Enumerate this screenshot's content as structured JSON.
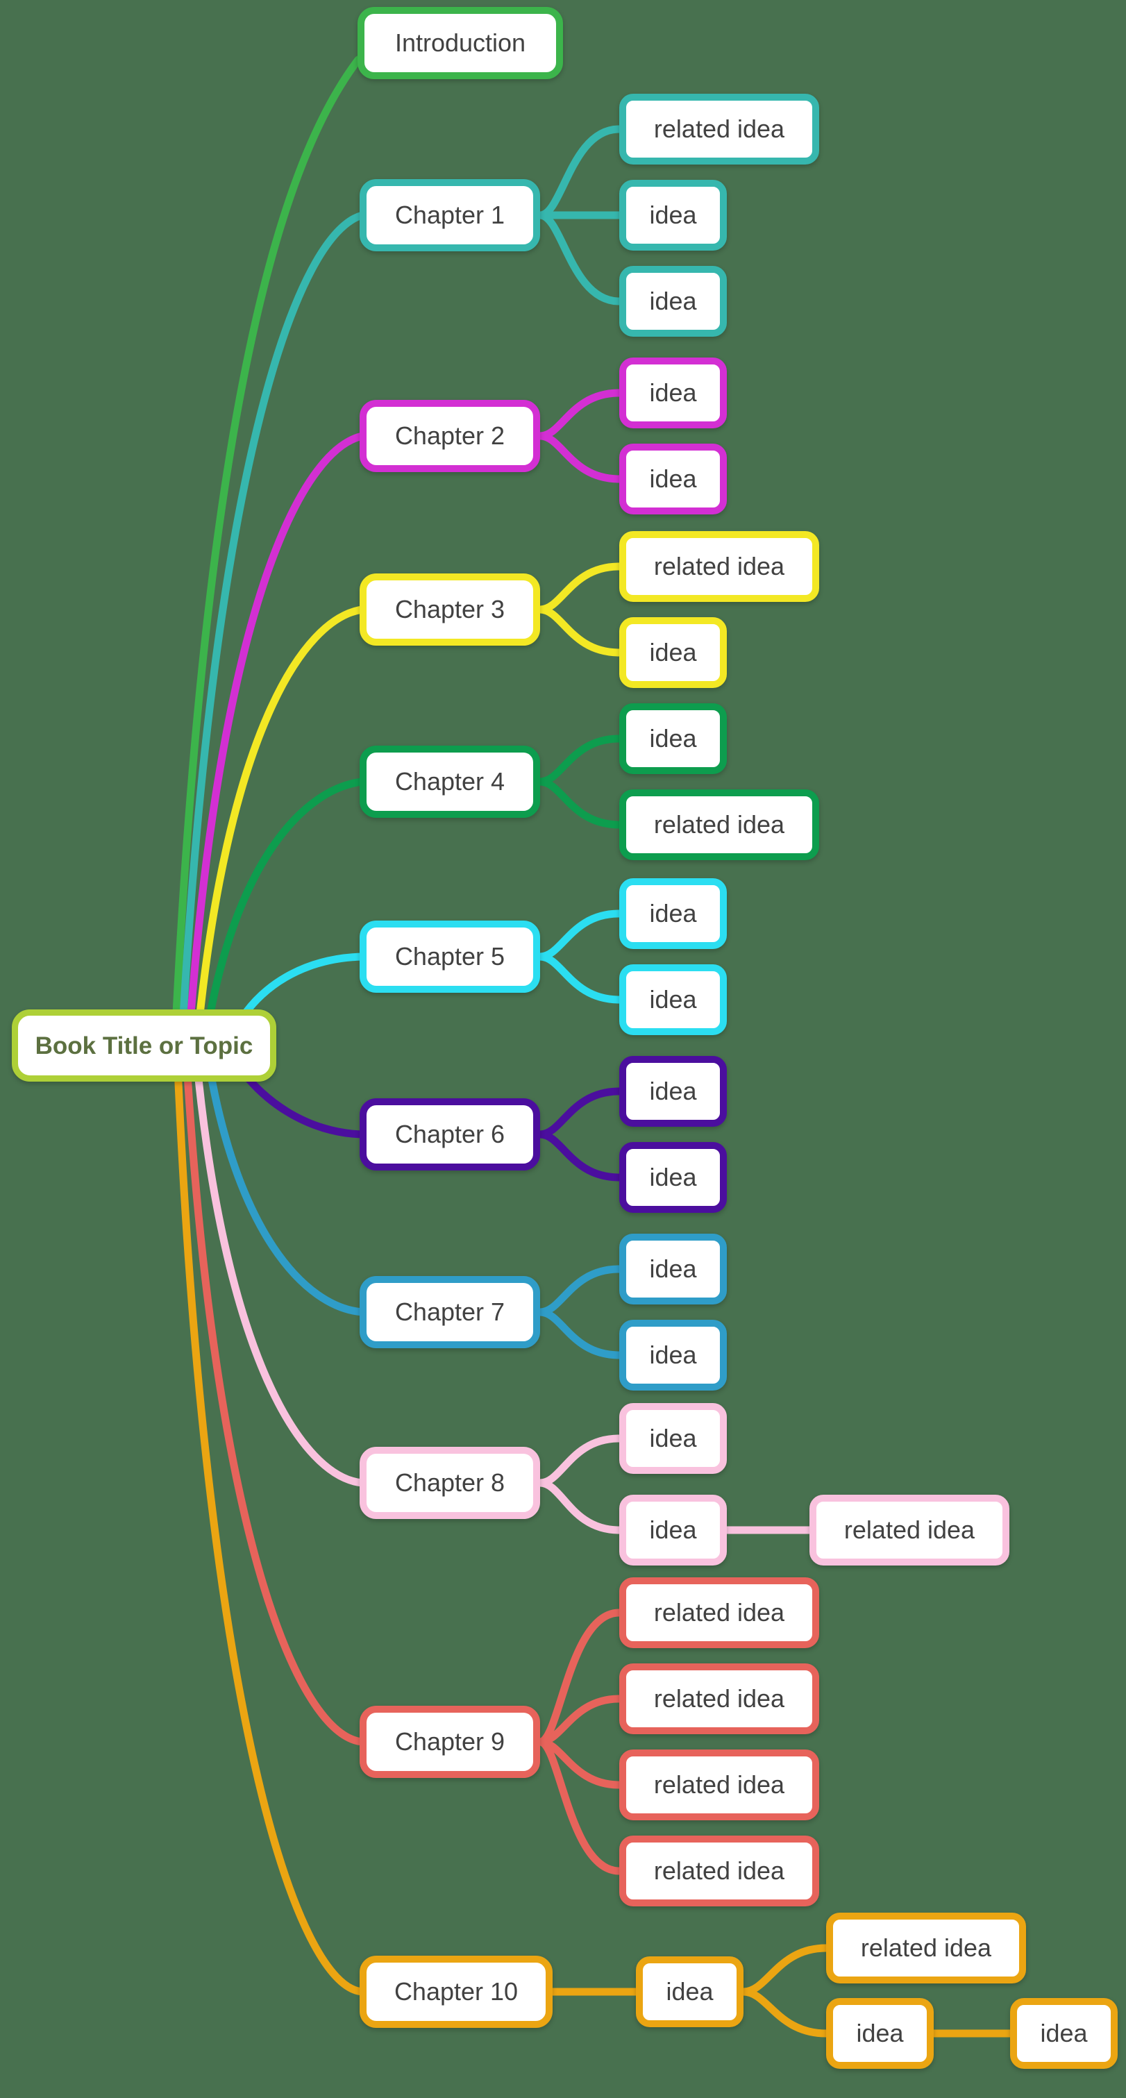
{
  "canvas": {
    "background": "#48714f"
  },
  "text_color": "#414141",
  "root": {
    "label": "Book Title or Topic",
    "border_color": "#aed037",
    "text_color": "#5c7040"
  },
  "chapters": [
    {
      "label": "Introduction",
      "color": "#3cb44b",
      "children": []
    },
    {
      "label": "Chapter 1",
      "color": "#36b7ae",
      "children": [
        {
          "label": "related idea"
        },
        {
          "label": "idea"
        },
        {
          "label": "idea"
        }
      ]
    },
    {
      "label": "Chapter 2",
      "color": "#d32fd3",
      "children": [
        {
          "label": "idea"
        },
        {
          "label": "idea"
        }
      ]
    },
    {
      "label": "Chapter 3",
      "color": "#f3e824",
      "children": [
        {
          "label": "related idea"
        },
        {
          "label": "idea"
        }
      ]
    },
    {
      "label": "Chapter 4",
      "color": "#0d9d4e",
      "children": [
        {
          "label": "idea"
        },
        {
          "label": "related idea"
        }
      ]
    },
    {
      "label": "Chapter 5",
      "color": "#2bdef1",
      "children": [
        {
          "label": "idea"
        },
        {
          "label": "idea"
        }
      ]
    },
    {
      "label": "Chapter 6",
      "color": "#4b0e9e",
      "children": [
        {
          "label": "idea"
        },
        {
          "label": "idea"
        }
      ]
    },
    {
      "label": "Chapter 7",
      "color": "#2f9dc8",
      "children": [
        {
          "label": "idea"
        },
        {
          "label": "idea"
        }
      ]
    },
    {
      "label": "Chapter 8",
      "color": "#f9c2de",
      "children": [
        {
          "label": "idea"
        },
        {
          "label": "idea",
          "children": [
            {
              "label": "related idea"
            }
          ]
        }
      ]
    },
    {
      "label": "Chapter 9",
      "color": "#e7635b",
      "children": [
        {
          "label": "related idea"
        },
        {
          "label": "related idea"
        },
        {
          "label": "related idea"
        },
        {
          "label": "related idea"
        }
      ]
    },
    {
      "label": "Chapter 10",
      "color": "#eba512",
      "children": [
        {
          "label": "idea",
          "children": [
            {
              "label": "related idea"
            },
            {
              "label": "idea",
              "children": [
                {
                  "label": "idea"
                }
              ]
            }
          ]
        }
      ]
    }
  ]
}
